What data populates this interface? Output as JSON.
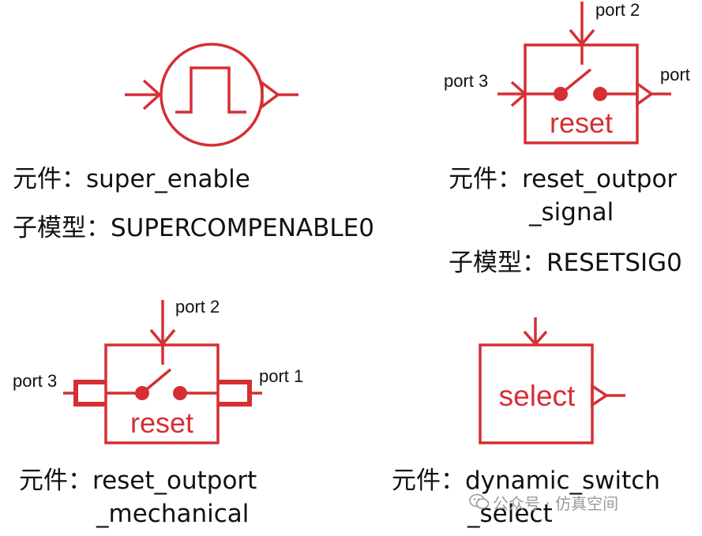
{
  "colors": {
    "symbol": "#d52f34",
    "text": "#111111",
    "watermark": "#9a9a9a"
  },
  "components": [
    {
      "id": "super_enable",
      "caption_lines": [
        "元件：super_enable",
        "子模型：SUPERCOMPENABLE0"
      ],
      "ports": []
    },
    {
      "id": "reset_outport_signal",
      "caption_lines": [
        "元件：reset_outpor",
        "_signal",
        "子模型：RESETSIG0"
      ],
      "ports": [
        "port 2",
        "port 3",
        "port"
      ],
      "box_label": "reset"
    },
    {
      "id": "reset_outport_mechanical",
      "caption_lines": [
        "元件：reset_outport",
        "_mechanical"
      ],
      "ports": [
        "port 2",
        "port 3",
        "port 1"
      ],
      "box_label": "reset"
    },
    {
      "id": "dynamic_switch_select",
      "caption_lines": [
        "元件：dynamic_switch",
        "_select"
      ],
      "ports": [],
      "box_label": "select"
    }
  ],
  "watermark": {
    "text": "公众号 · 仿真空间",
    "icon": "wechat-icon"
  }
}
